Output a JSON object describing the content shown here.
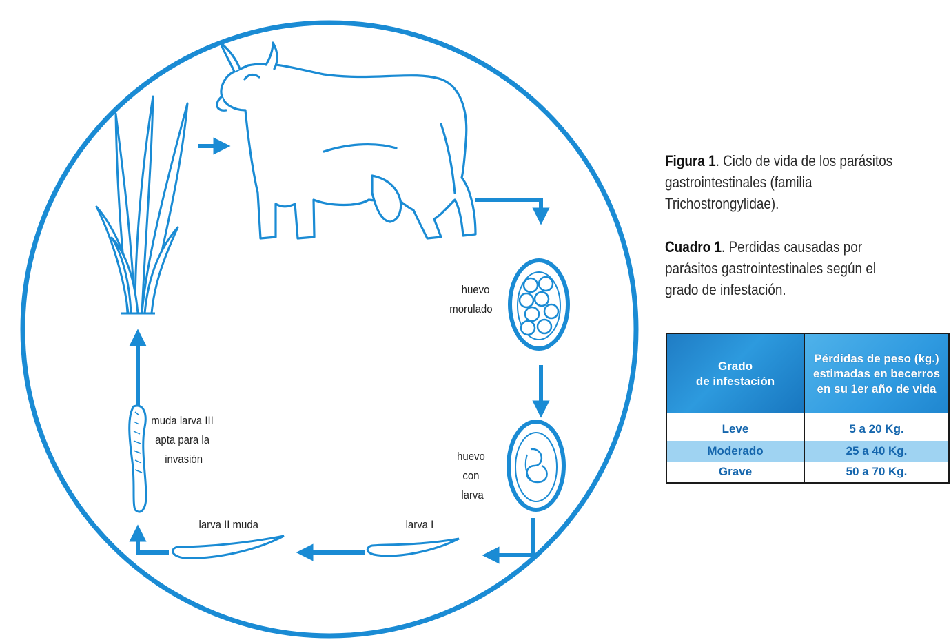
{
  "diagram": {
    "stages": {
      "huevo_morulado": [
        "huevo",
        "morulado"
      ],
      "huevo_con_larva": [
        "huevo",
        "con",
        "larva"
      ],
      "larva_i": "larva I",
      "larva_ii": "larva II muda",
      "larva_iii": [
        "muda larva III",
        "apta para la",
        "invasión"
      ]
    },
    "colors": {
      "cycle_blue": "#1a8bd4",
      "header_blue": "#2389d3",
      "band_light": "#9fd3f2",
      "text_blue": "#1566ad"
    },
    "icons": [
      "cow-icon",
      "grass-icon",
      "egg-icon",
      "larva-icon",
      "arrow-icon"
    ]
  },
  "captions": {
    "figure_label": "Figura 1",
    "figure_text_lines": [
      ". Ciclo de vida de los parásitos",
      "gastrointestinales (familia",
      "Trichostrongylidae)."
    ],
    "table_label": "Cuadro 1",
    "table_text_lines": [
      ". Perdidas causadas por",
      "parásitos gastrointestinales según el",
      "grado de infestación."
    ]
  },
  "table": {
    "header_col1": [
      "Grado",
      "de infestación"
    ],
    "header_col2": [
      "Pérdidas de peso (kg.)",
      "estimadas en becerros",
      "en su 1er año de vida"
    ],
    "rows": [
      {
        "grado": "Leve",
        "perdida": "5 a 20 Kg."
      },
      {
        "grado": "Moderado",
        "perdida": "25 a 40 Kg."
      },
      {
        "grado": "Grave",
        "perdida": "50 a 70 Kg."
      }
    ]
  }
}
